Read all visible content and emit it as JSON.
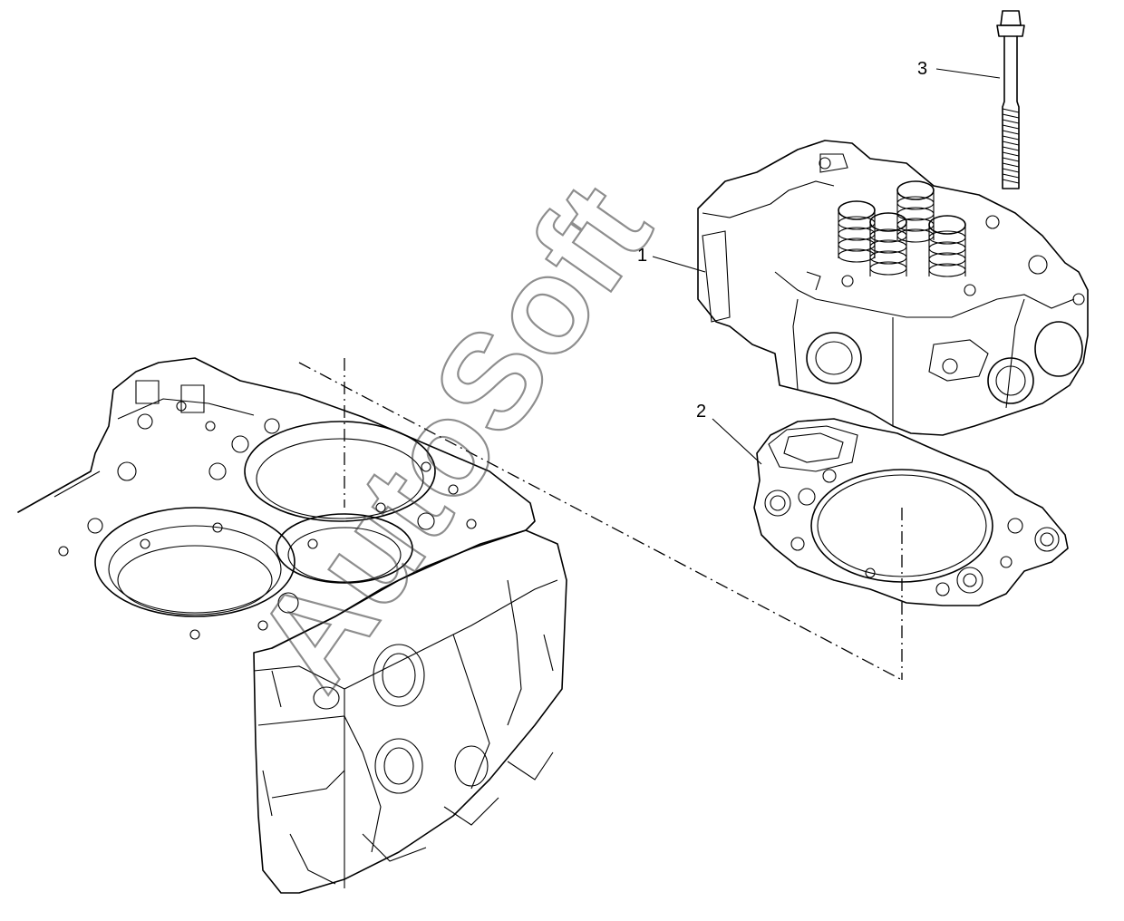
{
  "callouts": {
    "part1": "1",
    "part2": "2",
    "part3": "3"
  },
  "watermark": "AutoSoft",
  "colors": {
    "line": "#000000",
    "background": "#ffffff"
  }
}
